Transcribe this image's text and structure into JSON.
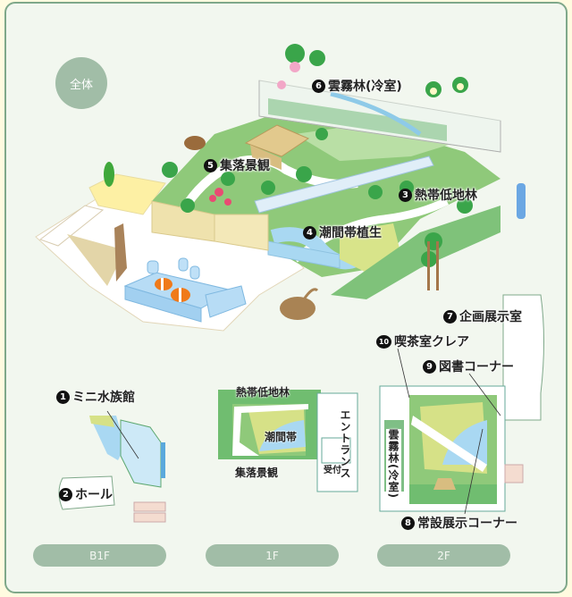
{
  "map": {
    "overview_badge": "全体",
    "areas": [
      {
        "num": "1",
        "label": "ミニ水族館"
      },
      {
        "num": "2",
        "label": "ホール"
      },
      {
        "num": "3",
        "label": "熱帯低地林"
      },
      {
        "num": "4",
        "label": "潮間帯植生"
      },
      {
        "num": "5",
        "label": "集落景観"
      },
      {
        "num": "6",
        "label": "雲霧林(冷室)"
      },
      {
        "num": "7",
        "label": "企画展示室"
      },
      {
        "num": "8",
        "label": "常設展示コーナー"
      },
      {
        "num": "9",
        "label": "図書コーナー"
      },
      {
        "num": "10",
        "label": "喫茶室クレア"
      }
    ],
    "floor1_labels": {
      "lowland": "熱帯低地林",
      "intertidal": "潮間帯",
      "village": "集落景観",
      "entrance": "エントランス",
      "reception": "受付"
    },
    "floor2_labels": {
      "cloud_forest": "雲霧林(冷室)"
    }
  },
  "floor_tabs": [
    {
      "label": "B1F"
    },
    {
      "label": "1F"
    },
    {
      "label": "2F"
    }
  ],
  "colors": {
    "frame_border": "#7fa88a",
    "panel_bg": "#f2f7ef",
    "page_bg": "#fffbe0",
    "button_bg": "#a1bda7",
    "grass": "#8fc97a",
    "dark_green": "#6cb36a",
    "water": "#a9d8f2",
    "wall": "#eadca8"
  }
}
